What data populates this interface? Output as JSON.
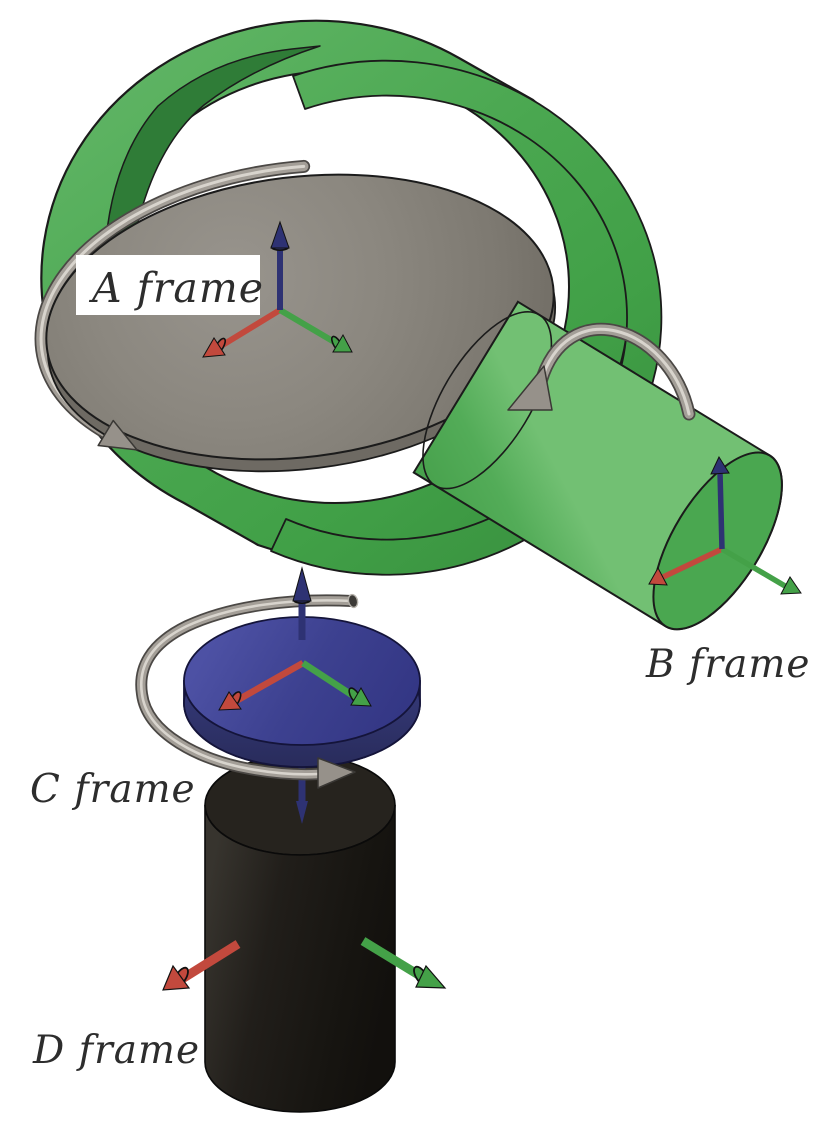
{
  "page": {
    "background": "#ffffff",
    "kind": "3d-mechanism-frame-diagram"
  },
  "labels": {
    "a_frame": "A frame",
    "b_frame": "B frame",
    "c_frame": "C frame",
    "d_frame": "D frame"
  },
  "colors": {
    "background": "#ffffff",
    "mechanism_green": "#4aa750",
    "mechanism_green_dark": "#2f7c37",
    "platform_gray": "#8b877f",
    "rotor_blue": "#3d4190",
    "base_black": "#1b1916",
    "axis_red": "#c2493d",
    "axis_green": "#44a148",
    "axis_blue": "#2e3273",
    "rotation_arrow_gray": "#a39e97",
    "rotation_arrow_head": "#96918a",
    "outline": "#1b1b1b",
    "label_text": "#2d2d2d"
  },
  "icons": {
    "a_axes": "xyz-axis-triad-icon",
    "b_axes": "xyz-axis-triad-icon",
    "c_axes": "xyz-axis-triad-icon",
    "d_axes": "xy-axis-pair-icon",
    "a_rotation": "rotation-arrow-icon",
    "b_rotation": "rotation-arrow-icon",
    "c_rotation": "rotation-arrow-icon"
  }
}
